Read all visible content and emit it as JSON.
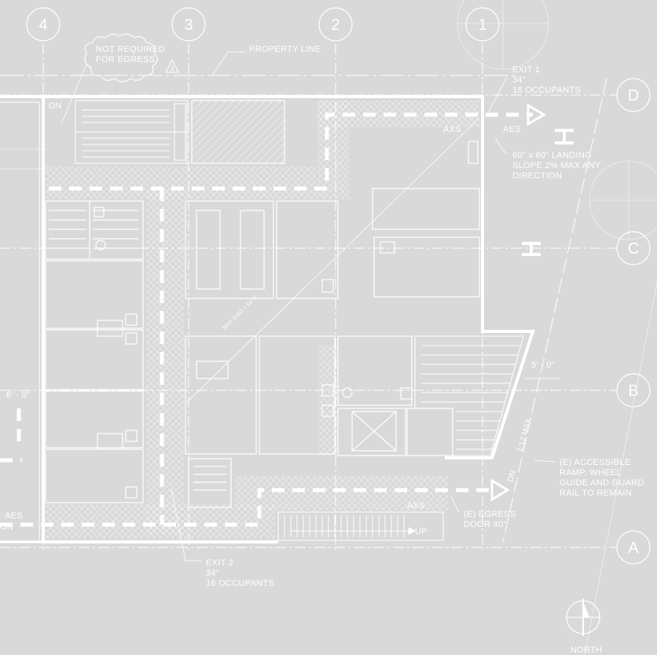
{
  "grid_lines": {
    "columns": [
      "4",
      "3",
      "2",
      "1"
    ],
    "rows": [
      "D",
      "C",
      "B",
      "A"
    ]
  },
  "cloud_note": [
    "NOT REQUIRED",
    "FOR EGRESS"
  ],
  "revision_tag": "3",
  "property_line": "PROPERTY LINE",
  "exit1": {
    "name": "EXIT 1",
    "width": "34\"",
    "occupants": "18 OCCUPANTS"
  },
  "exit2": {
    "name": "EXIT 2",
    "width": "34\"",
    "occupants": "16 OCCUPANTS"
  },
  "landing_note": [
    "60\" x 60\" LANDING",
    "SLOPE 2% MAX ANY",
    "DIRECTION"
  ],
  "ramp_note": [
    "(E) ACCESSIBLE",
    "RAMP, WHEEL",
    "GUIDE AND GUARD",
    "RAIL TO REMAIN"
  ],
  "egress_door_note": [
    "(E) EGRESS",
    "DOOR 40\""
  ],
  "tags": {
    "axs_top": "AXS",
    "aes_top": "AES",
    "axs_bottom": "AXS",
    "aes_left": "AES",
    "on_left": "ON",
    "dn_top": "DN",
    "dn_ramp": "DN",
    "up_stair": "UP",
    "dim_left": "6' - 0\"",
    "dim_right": "5' - 0\"",
    "ramp_slope": "1:12 MAX",
    "max_diag": "MAX DIAG = 54'-9\""
  },
  "north_label": "NORTH",
  "colors": {
    "background": "#d9d9d9",
    "linework": "#ffffff",
    "faint": "#ececec"
  }
}
